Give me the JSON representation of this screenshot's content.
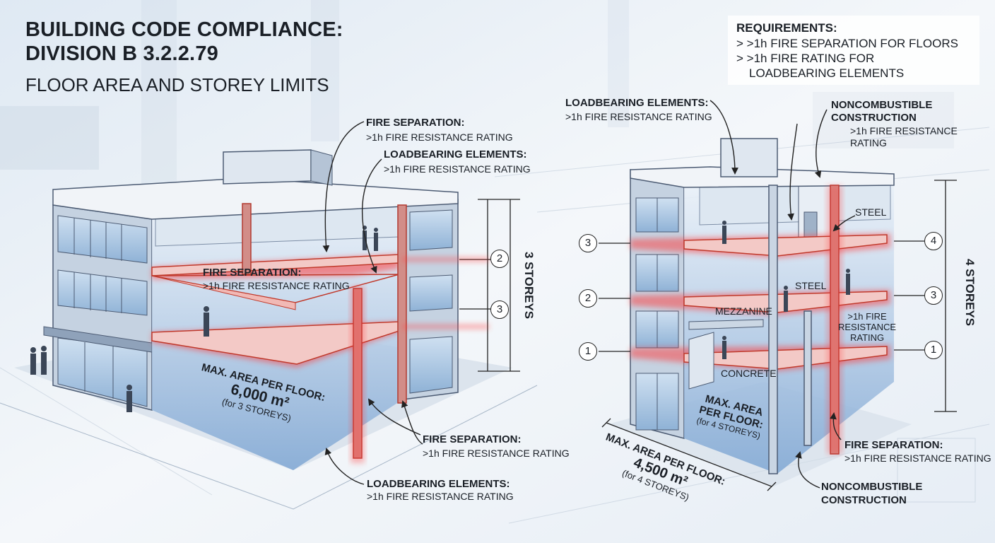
{
  "title": {
    "line1": "BUILDING CODE COMPLIANCE:",
    "line2": "DIVISION B 3.2.2.79",
    "subtitle": "FLOOR AREA AND STOREY LIMITS"
  },
  "requirements": {
    "heading": "REQUIREMENTS:",
    "item1": "> >1h FIRE SEPARATION FOR FLOORS",
    "item2a": "> >1h FIRE RATING FOR",
    "item2b": "LOADBEARING ELEMENTS"
  },
  "left_building": {
    "callout_fire_sep_top": {
      "title": "FIRE SEPARATION:",
      "text": ">1h FIRE RESISTANCE RATING"
    },
    "callout_load_top": {
      "title": "LOADBEARING ELEMENTS:",
      "text": ">1h FIRE RESISTANCE RATING"
    },
    "callout_fire_sep_mid": {
      "title": "FIRE SEPARATION:",
      "text": ">1h FIRE RESISTANCE RATING"
    },
    "callout_fire_sep_bottom": {
      "title": "FIRE SEPARATION:",
      "text": ">1h FIRE RESISTANCE RATING"
    },
    "callout_load_bottom": {
      "title": "LOADBEARING ELEMENTS:",
      "text": ">1h FIRE RESISTANCE RATING"
    },
    "area": {
      "line1": "MAX. AREA PER FLOOR:",
      "line2": "6,000 m²",
      "line3": "(for 3 STOREYS)"
    },
    "storey_markers": [
      "2",
      "3"
    ],
    "storeys_label": "3 STOREYS"
  },
  "right_building": {
    "callout_load": {
      "title": "LOADBEARING ELEMENTS:",
      "text": ">1h FIRE RESISTANCE RATING"
    },
    "callout_noncomb_top": {
      "title_line1": "NONCOMBUSTIBLE",
      "title_line2": "CONSTRUCTION",
      "text_line1": ">1h FIRE RESISTANCE",
      "text_line2": "RATING"
    },
    "material_steel_top": "STEEL",
    "material_steel_mid": "STEEL",
    "material_mezzanine": "MEZZANINE",
    "material_concrete": "CONCRETE",
    "side_rating": {
      "line1": ">1h FIRE",
      "line2": "RESISTANCE",
      "line3": "RATING"
    },
    "area_inner": {
      "line1": "MAX. AREA",
      "line2": "PER FLOOR:",
      "line3": "(for 4 STOREYS)"
    },
    "area_outer": {
      "line1": "MAX. AREA PER FLOOR:",
      "line2": "4,500 m²",
      "line3": "(for 4 STOREYS)"
    },
    "callout_fire_sep": {
      "title": "FIRE SEPARATION:",
      "text": ">1h FIRE RESISTANCE RATING"
    },
    "callout_noncomb_bottom": {
      "line1": "NONCOMBUSTIBLE",
      "line2": "CONSTRUCTION"
    },
    "left_markers": [
      "3",
      "2",
      "1"
    ],
    "right_markers": [
      "4",
      "3",
      "1"
    ],
    "storeys_label": "4 STOREYS"
  },
  "colors": {
    "fire_glow": "#ff3b3b",
    "structure": "#5a6b85",
    "glass": "#9fbddc",
    "ink": "#1a1f26"
  }
}
